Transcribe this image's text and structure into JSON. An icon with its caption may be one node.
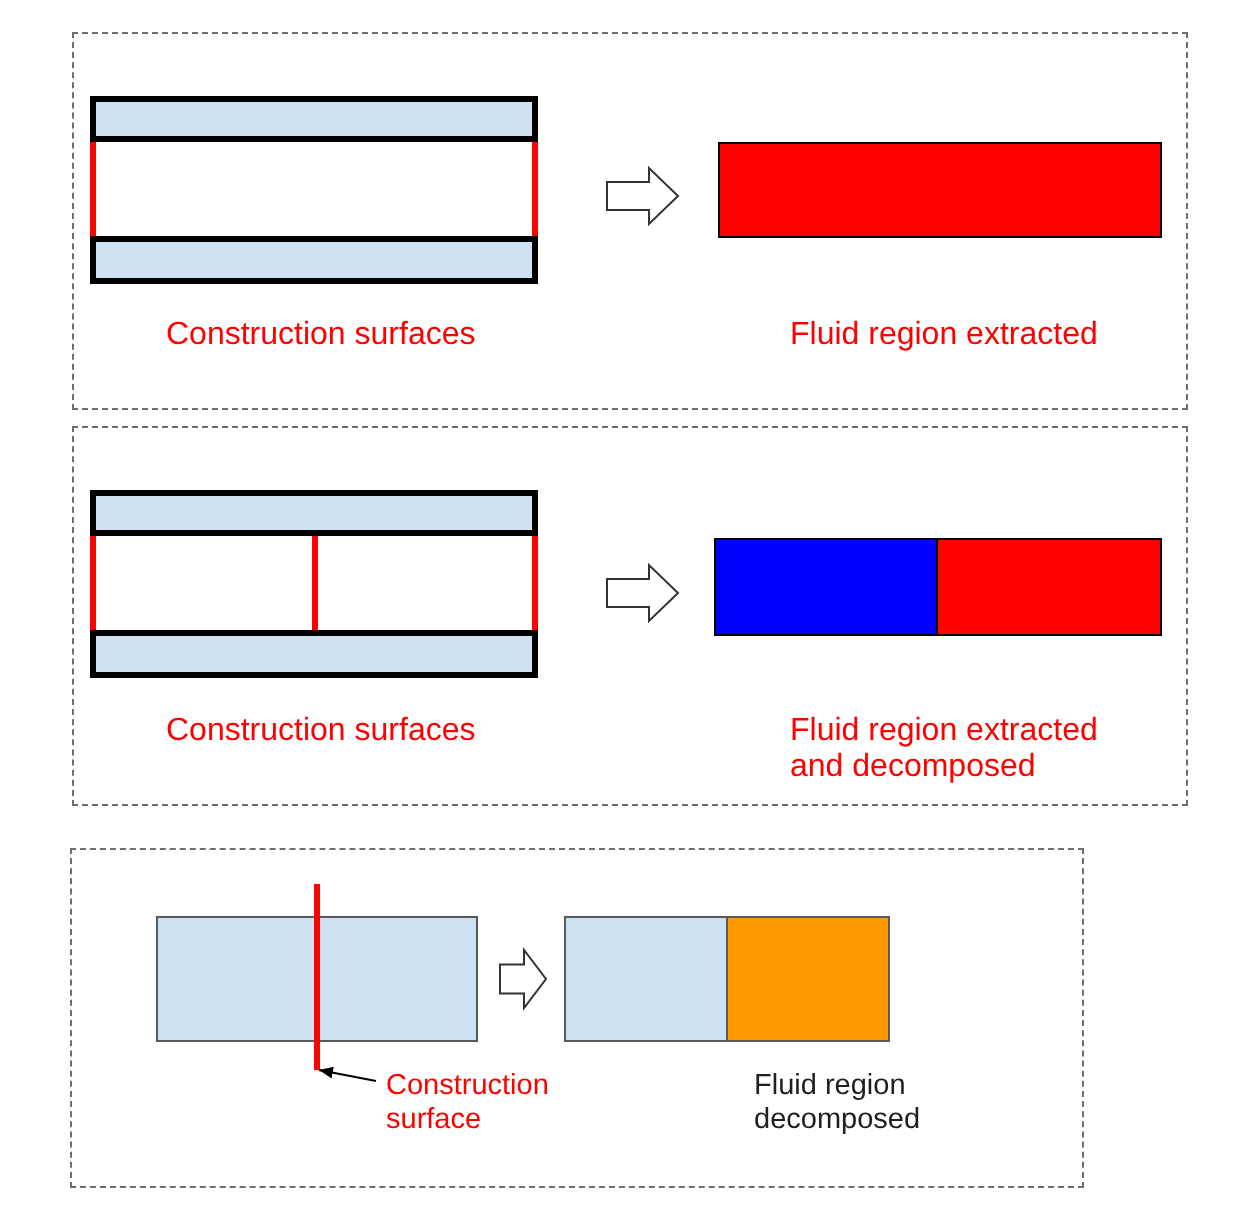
{
  "diagram": {
    "nodes": [
      {
        "text": [],
        "shape": "box"
      },
      {
        "text": [
          "Construction surfaces"
        ],
        "in": 0
      },
      {
        "text": [],
        "shape": "bar",
        "in": 1
      },
      {
        "text": [],
        "shape": "line",
        "in": 1
      },
      {
        "text": [],
        "shape": "line",
        "in": 1
      },
      {
        "text": [],
        "shape": "bar",
        "in": 1
      },
      {
        "text": [
          "Fluid region extracted"
        ],
        "in": 0
      },
      {
        "text": [],
        "shape": "box"
      },
      {
        "text": [
          "Construction surfaces"
        ],
        "in": 7
      },
      {
        "text": [],
        "shape": "bar",
        "in": 8
      },
      {
        "text": [],
        "shape": "line",
        "in": 8
      },
      {
        "text": [],
        "shape": "line",
        "in": 8
      },
      {
        "text": [],
        "shape": "line",
        "in": 8
      },
      {
        "text": [],
        "shape": "bar",
        "in": 8
      },
      {
        "text": [
          "Fluid region extracted and decomposed"
        ],
        "in": 7
      },
      {
        "text": [],
        "shape": "box",
        "in": 14
      },
      {
        "text": [],
        "shape": "box",
        "in": 14
      },
      {
        "text": [],
        "shape": "box"
      },
      {
        "text": [],
        "shape": "box",
        "in": 17
      },
      {
        "text": [],
        "shape": "line",
        "in": 17
      },
      {
        "text": [
          "Construction surface"
        ],
        "in": 17
      },
      {
        "text": [
          "Fluid region decomposed"
        ],
        "in": 17
      },
      {
        "text": [],
        "shape": "box",
        "in": 21
      },
      {
        "text": [],
        "shape": "box",
        "in": 21
      }
    ],
    "edges": [
      {
        "from": 1,
        "to": 6,
        "arrow": "to",
        "style": "thick"
      },
      {
        "from": 8,
        "to": 14,
        "arrow": "to",
        "style": "thick"
      },
      {
        "from": 18,
        "to": 21,
        "arrow": "to",
        "style": "thick"
      },
      {
        "from": 20,
        "to": 19,
        "arrow": "to"
      }
    ]
  }
}
